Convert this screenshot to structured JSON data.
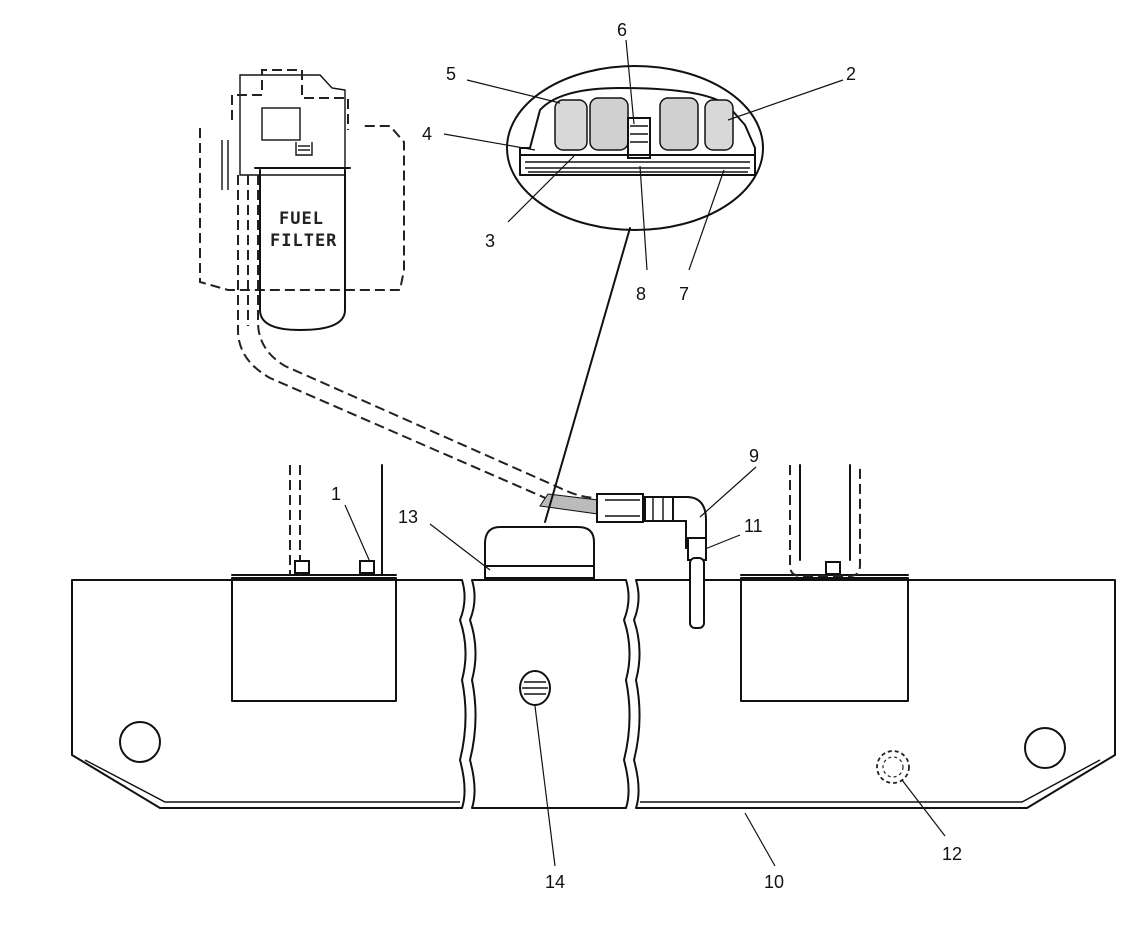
{
  "figure": {
    "fuel_filter_label_line1": "FUEL",
    "fuel_filter_label_line2": "FILTER"
  },
  "callouts": [
    {
      "id": "callout-1",
      "text": "1"
    },
    {
      "id": "callout-2",
      "text": "2"
    },
    {
      "id": "callout-3",
      "text": "3"
    },
    {
      "id": "callout-4",
      "text": "4"
    },
    {
      "id": "callout-5",
      "text": "5"
    },
    {
      "id": "callout-6",
      "text": "6"
    },
    {
      "id": "callout-7",
      "text": "7"
    },
    {
      "id": "callout-8",
      "text": "8"
    },
    {
      "id": "callout-9",
      "text": "9"
    },
    {
      "id": "callout-10",
      "text": "10"
    },
    {
      "id": "callout-11",
      "text": "11"
    },
    {
      "id": "callout-12",
      "text": "12"
    },
    {
      "id": "callout-13",
      "text": "13"
    },
    {
      "id": "callout-14",
      "text": "14"
    }
  ]
}
